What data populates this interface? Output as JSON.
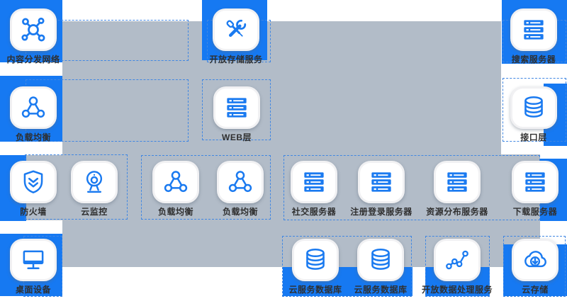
{
  "diagram_title": "",
  "colors": {
    "accent_blue": "#1679f2",
    "panel_gray": "#b2bcc8",
    "dashed_outline": "#4187e2",
    "icon_stroke": "#1a7af0",
    "label_text": "#2f2f2f",
    "tile_background": "#ffffff"
  },
  "nodes": [
    {
      "label": "内容分发网络",
      "icon": "cdn-network-icon"
    },
    {
      "label": "开放存储服务",
      "icon": "tools-icon"
    },
    {
      "label": "搜索服务器",
      "icon": "server-rack-icon"
    },
    {
      "label": "负载均衡",
      "icon": "load-balancer-icon"
    },
    {
      "label": "WEB层",
      "icon": "server-rack-icon"
    },
    {
      "label": "接口层",
      "icon": "database-icon"
    },
    {
      "label": "防火墙",
      "icon": "shield-icon"
    },
    {
      "label": "云监控",
      "icon": "webcam-icon"
    },
    {
      "label": "负载均衡",
      "icon": "load-balancer-icon"
    },
    {
      "label": "负载均衡",
      "icon": "load-balancer-icon"
    },
    {
      "label": "社交服务器",
      "icon": "server-rack-icon"
    },
    {
      "label": "注册登录服务器",
      "icon": "server-rack-icon"
    },
    {
      "label": "资源分布服务器",
      "icon": "server-rack-icon"
    },
    {
      "label": "下载服务器",
      "icon": "server-rack-icon"
    },
    {
      "label": "桌面设备",
      "icon": "monitor-icon"
    },
    {
      "label": "云服务数据库",
      "icon": "database-icon"
    },
    {
      "label": "云服务数据库",
      "icon": "database-icon"
    },
    {
      "label": "开放数据处理服务",
      "icon": "scatter-trend-icon"
    },
    {
      "label": "云存储",
      "icon": "cloud-download-icon"
    }
  ]
}
